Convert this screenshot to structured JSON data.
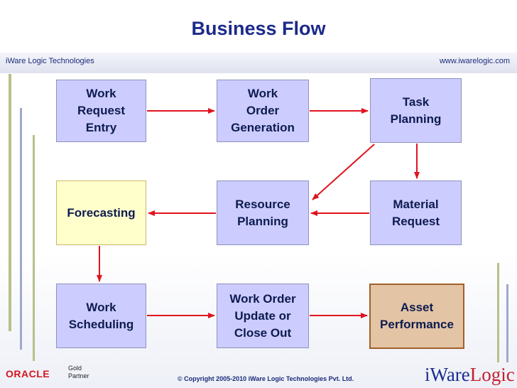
{
  "title": "Business Flow",
  "header": {
    "company": "iWare Logic Technologies",
    "website": "www.iwarelogic.com"
  },
  "boxes": {
    "work_request_entry": "Work\nRequest\nEntry",
    "work_order_generation": "Work\nOrder\nGeneration",
    "task_planning": "Task\nPlanning",
    "forecasting": "Forecasting",
    "resource_planning": "Resource\nPlanning",
    "material_request": "Material\nRequest",
    "work_scheduling": "Work\nScheduling",
    "work_order_update": "Work Order\nUpdate or\nClose Out",
    "asset_performance": "Asset\nPerformance"
  },
  "footer": {
    "oracle": "ORACLE",
    "partner_line1": "Gold",
    "partner_line2": "Partner",
    "copyright": "© Copyright 2005-2010 iWare Logic Technologies Pvt. Ltd.",
    "logo_prefix": "iWare",
    "logo_suffix": "Logic"
  },
  "colors": {
    "box_blue": "#ccccff",
    "box_yellow": "#ffffcc",
    "box_tan": "#e3c4a5",
    "arrow": "#e0141f",
    "title": "#1c2a8a"
  }
}
